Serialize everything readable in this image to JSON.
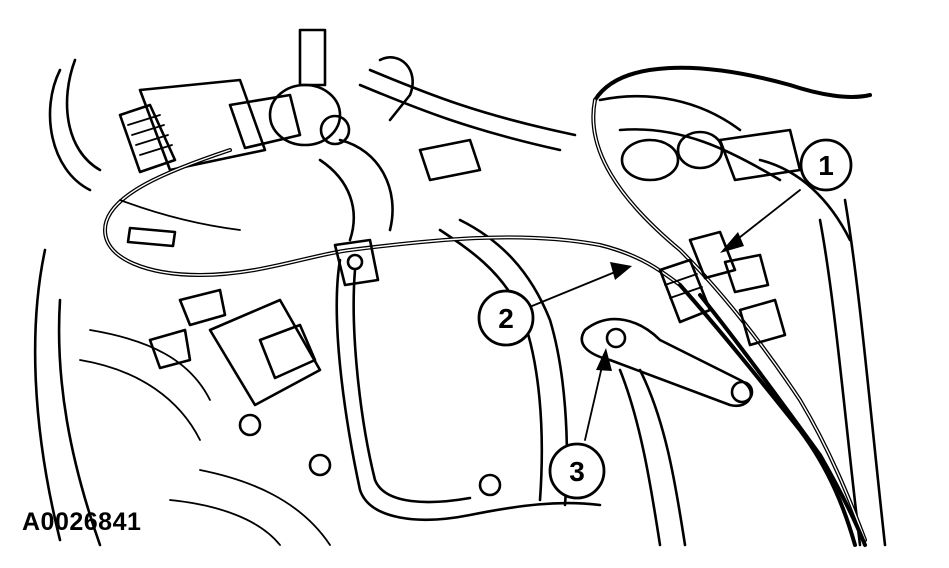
{
  "figure": {
    "id_label": "A0026841"
  },
  "callouts": [
    {
      "number": "1"
    },
    {
      "number": "2"
    },
    {
      "number": "3"
    }
  ],
  "colors": {
    "line": "#000000",
    "background": "#ffffff"
  }
}
